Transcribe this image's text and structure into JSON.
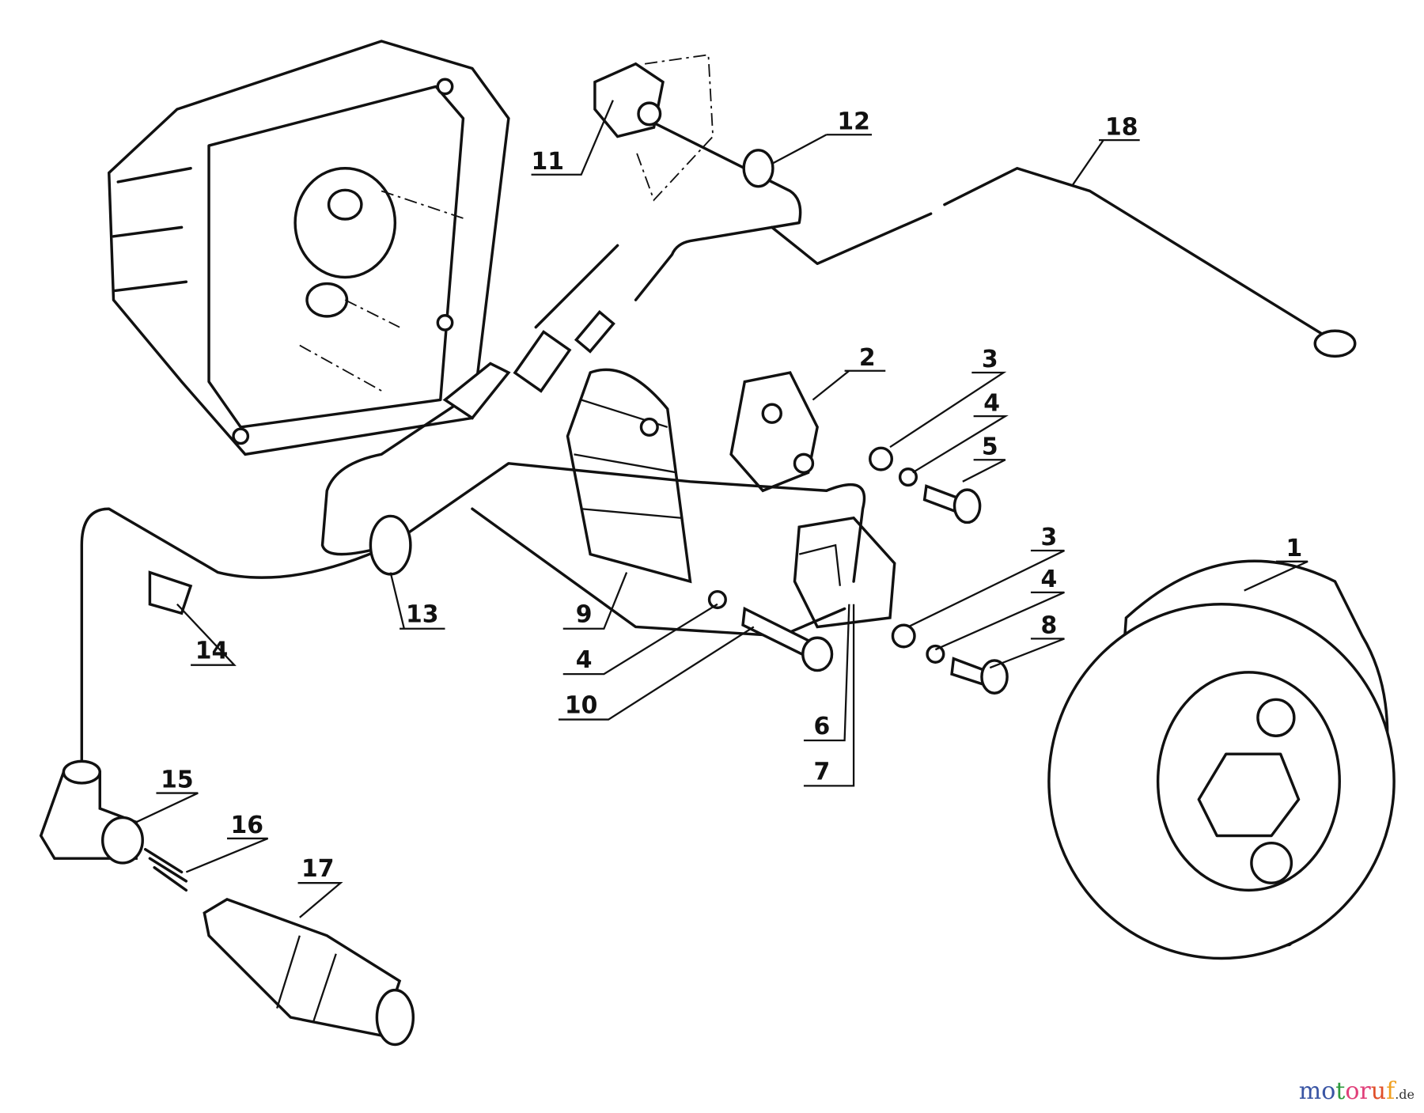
{
  "diagram": {
    "part_labels": [
      "1",
      "2",
      "3",
      "3",
      "4",
      "4",
      "4",
      "5",
      "6",
      "7",
      "8",
      "9",
      "10",
      "11",
      "12",
      "13",
      "14",
      "15",
      "16",
      "17",
      "18"
    ]
  },
  "watermark": {
    "text": "motoruf",
    "suffix": ".de",
    "colors": [
      "#3a55a4",
      "#2e9a3e",
      "#e0407a",
      "#e0502a",
      "#f0a020"
    ]
  }
}
